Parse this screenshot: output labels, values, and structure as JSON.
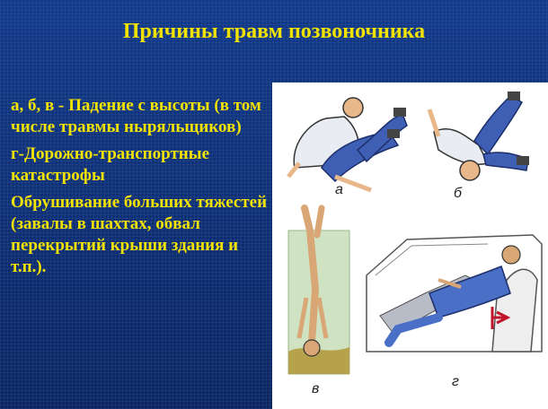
{
  "slide": {
    "title": "Причины травм позвоночника",
    "items": [
      "а, б, в - Падение с высоты (в том числе травмы ныряльщиков)",
      "г-Дорожно-транспортные катастрофы",
      "Обрушивание больших тяжестей (завалы в шахтах, обвал перекрытий крыши здания и т.п.)."
    ]
  },
  "figure": {
    "labels": [
      "а",
      "б",
      "в",
      "г"
    ]
  },
  "colors": {
    "background": "#0d2a6b",
    "text": "#f2e200",
    "figure_bg": "#ffffff",
    "marker_arrow": "#c0142a"
  }
}
